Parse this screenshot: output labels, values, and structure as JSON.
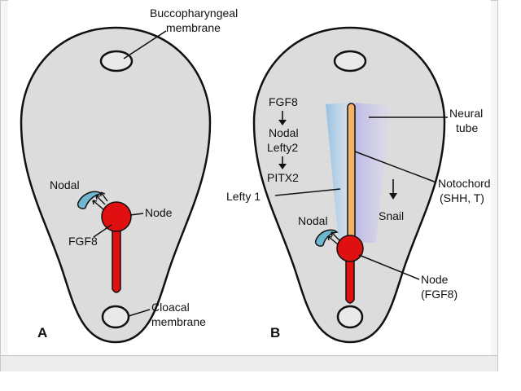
{
  "panel_a": {
    "letter": "A",
    "labels": {
      "bucco_line1": "Buccopharyngeal",
      "bucco_line2": "membrane",
      "nodal": "Nodal",
      "node": "Node",
      "fgf8": "FGF8",
      "cloacal_line1": "Cloacal",
      "cloacal_line2": "membrane"
    }
  },
  "panel_b": {
    "letter": "B",
    "labels": {
      "fgf8": "FGF8",
      "nodal_cascade": "Nodal",
      "lefty2": "Lefty2",
      "pitx2": "PITX2",
      "neural_line1": "Neural",
      "neural_line2": "tube",
      "notochord_line1": "Notochord",
      "notochord_line2": "(SHH, T)",
      "lefty1": "Lefty 1",
      "snail": "Snail",
      "nodal": "Nodal",
      "node_line1": "Node",
      "node_line2": "(FGF8)"
    }
  },
  "colors": {
    "embryo_fill": "#dcdcdc",
    "outline": "#111111",
    "node_red": "#e01010",
    "nodal_blue": "#6fb6cf",
    "notochord_orange": "#f2b368",
    "lefty_blue": "#9fc6e6",
    "neural_lavender": "#c9c5ea"
  }
}
